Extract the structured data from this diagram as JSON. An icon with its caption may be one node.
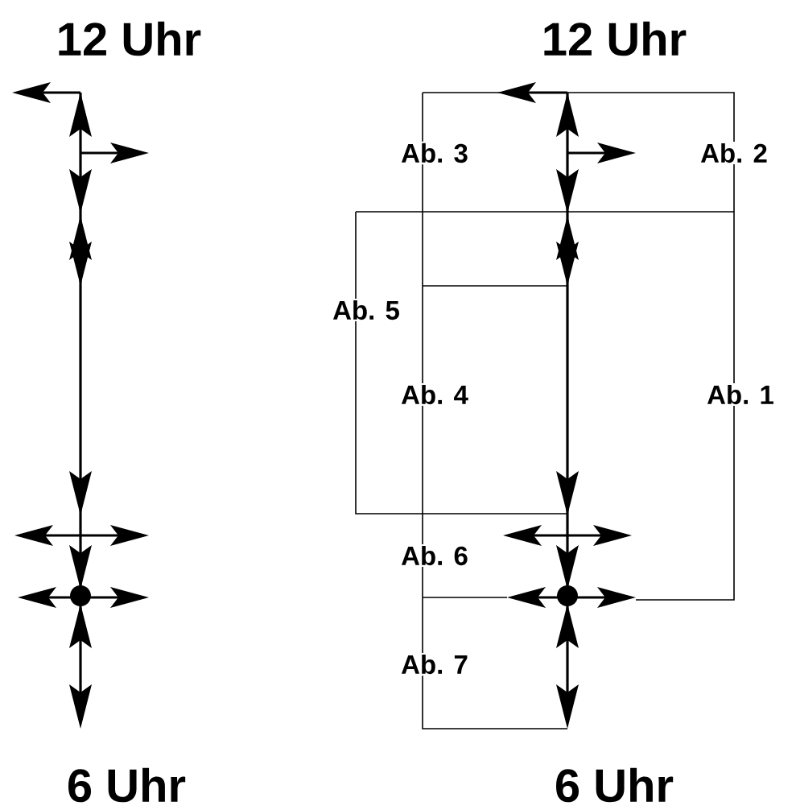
{
  "diagram": {
    "labels": [
      "12 Uhr",
      "12 Uhr",
      "Ab. 3",
      "Ab. 2",
      "Ab. 5",
      "Ab. 4",
      "Ab. 1",
      "Ab. 6",
      "Ab. 7",
      "6 Uhr",
      "6 Uhr"
    ]
  }
}
